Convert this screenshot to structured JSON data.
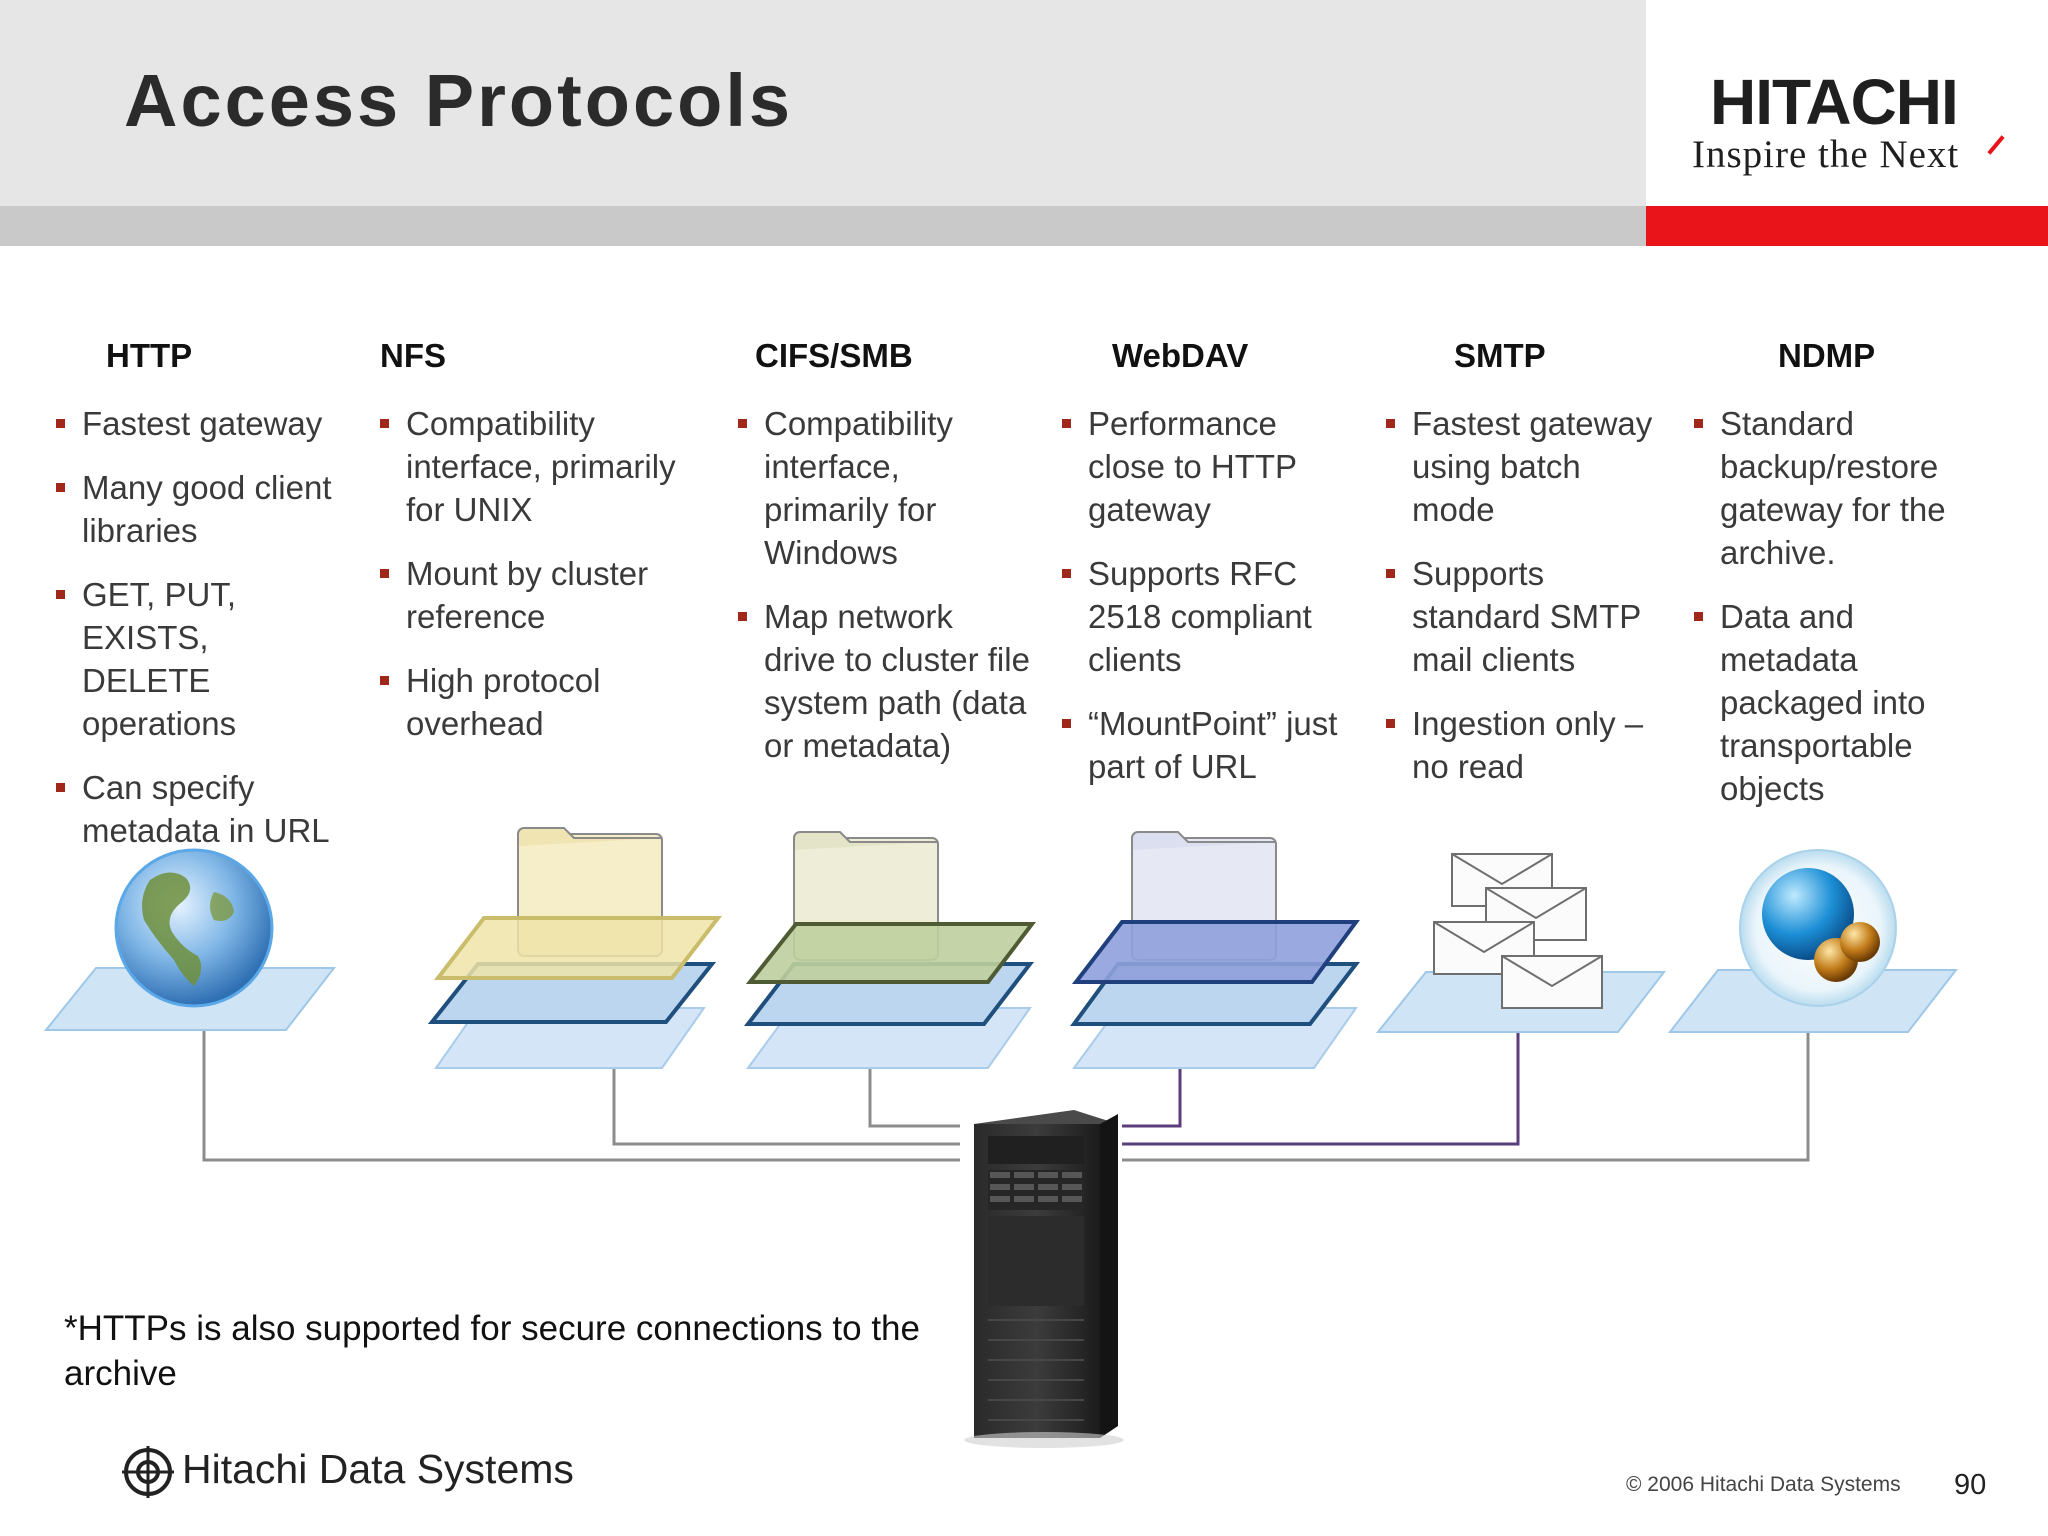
{
  "title": "Access Protocols",
  "logo": {
    "wordmark": "HITACHI",
    "tagline": "Inspire the Next"
  },
  "protocols": [
    {
      "name": "HTTP",
      "icon": "globe-icon",
      "bullets": [
        "Fastest gateway",
        "Many good client libraries",
        "GET, PUT, EXISTS, DELETE operations",
        "Can specify metadata in URL"
      ]
    },
    {
      "name": "NFS",
      "icon": "folder-layers-icon",
      "bullets": [
        "Compatibility interface, primarily for UNIX",
        "Mount by cluster reference",
        "High protocol overhead"
      ]
    },
    {
      "name": "CIFS/SMB",
      "icon": "folder-layers-icon",
      "bullets": [
        "Compatibility interface, primarily for Windows",
        "Map network drive to cluster file system path (data or metadata)"
      ]
    },
    {
      "name": "WebDAV",
      "icon": "folder-layers-icon",
      "bullets": [
        "Performance close to HTTP gateway",
        "Supports RFC 2518 compliant clients",
        "“MountPoint” just part of URL"
      ]
    },
    {
      "name": "SMTP",
      "icon": "envelopes-icon",
      "bullets": [
        "Fastest gateway using batch mode",
        "Supports standard SMTP mail clients",
        "Ingestion only – no read"
      ]
    },
    {
      "name": "NDMP",
      "icon": "backup-orb-icon",
      "bullets": [
        "Standard backup/restore gateway for the archive.",
        "Data and metadata packaged into transportable objects"
      ]
    }
  ],
  "footnote": "*HTTPs is also supported for secure connections to the archive",
  "footer": {
    "brand": "Hitachi Data Systems",
    "copyright": "© 2006 Hitachi Data Systems",
    "page_number": "90"
  },
  "colors": {
    "header_band": "#e6e6e6",
    "red_accent": "#e8141a",
    "bullet": "#a0281b",
    "connector": "#8c8c8c",
    "connector_purple": "#5a3d7a"
  }
}
